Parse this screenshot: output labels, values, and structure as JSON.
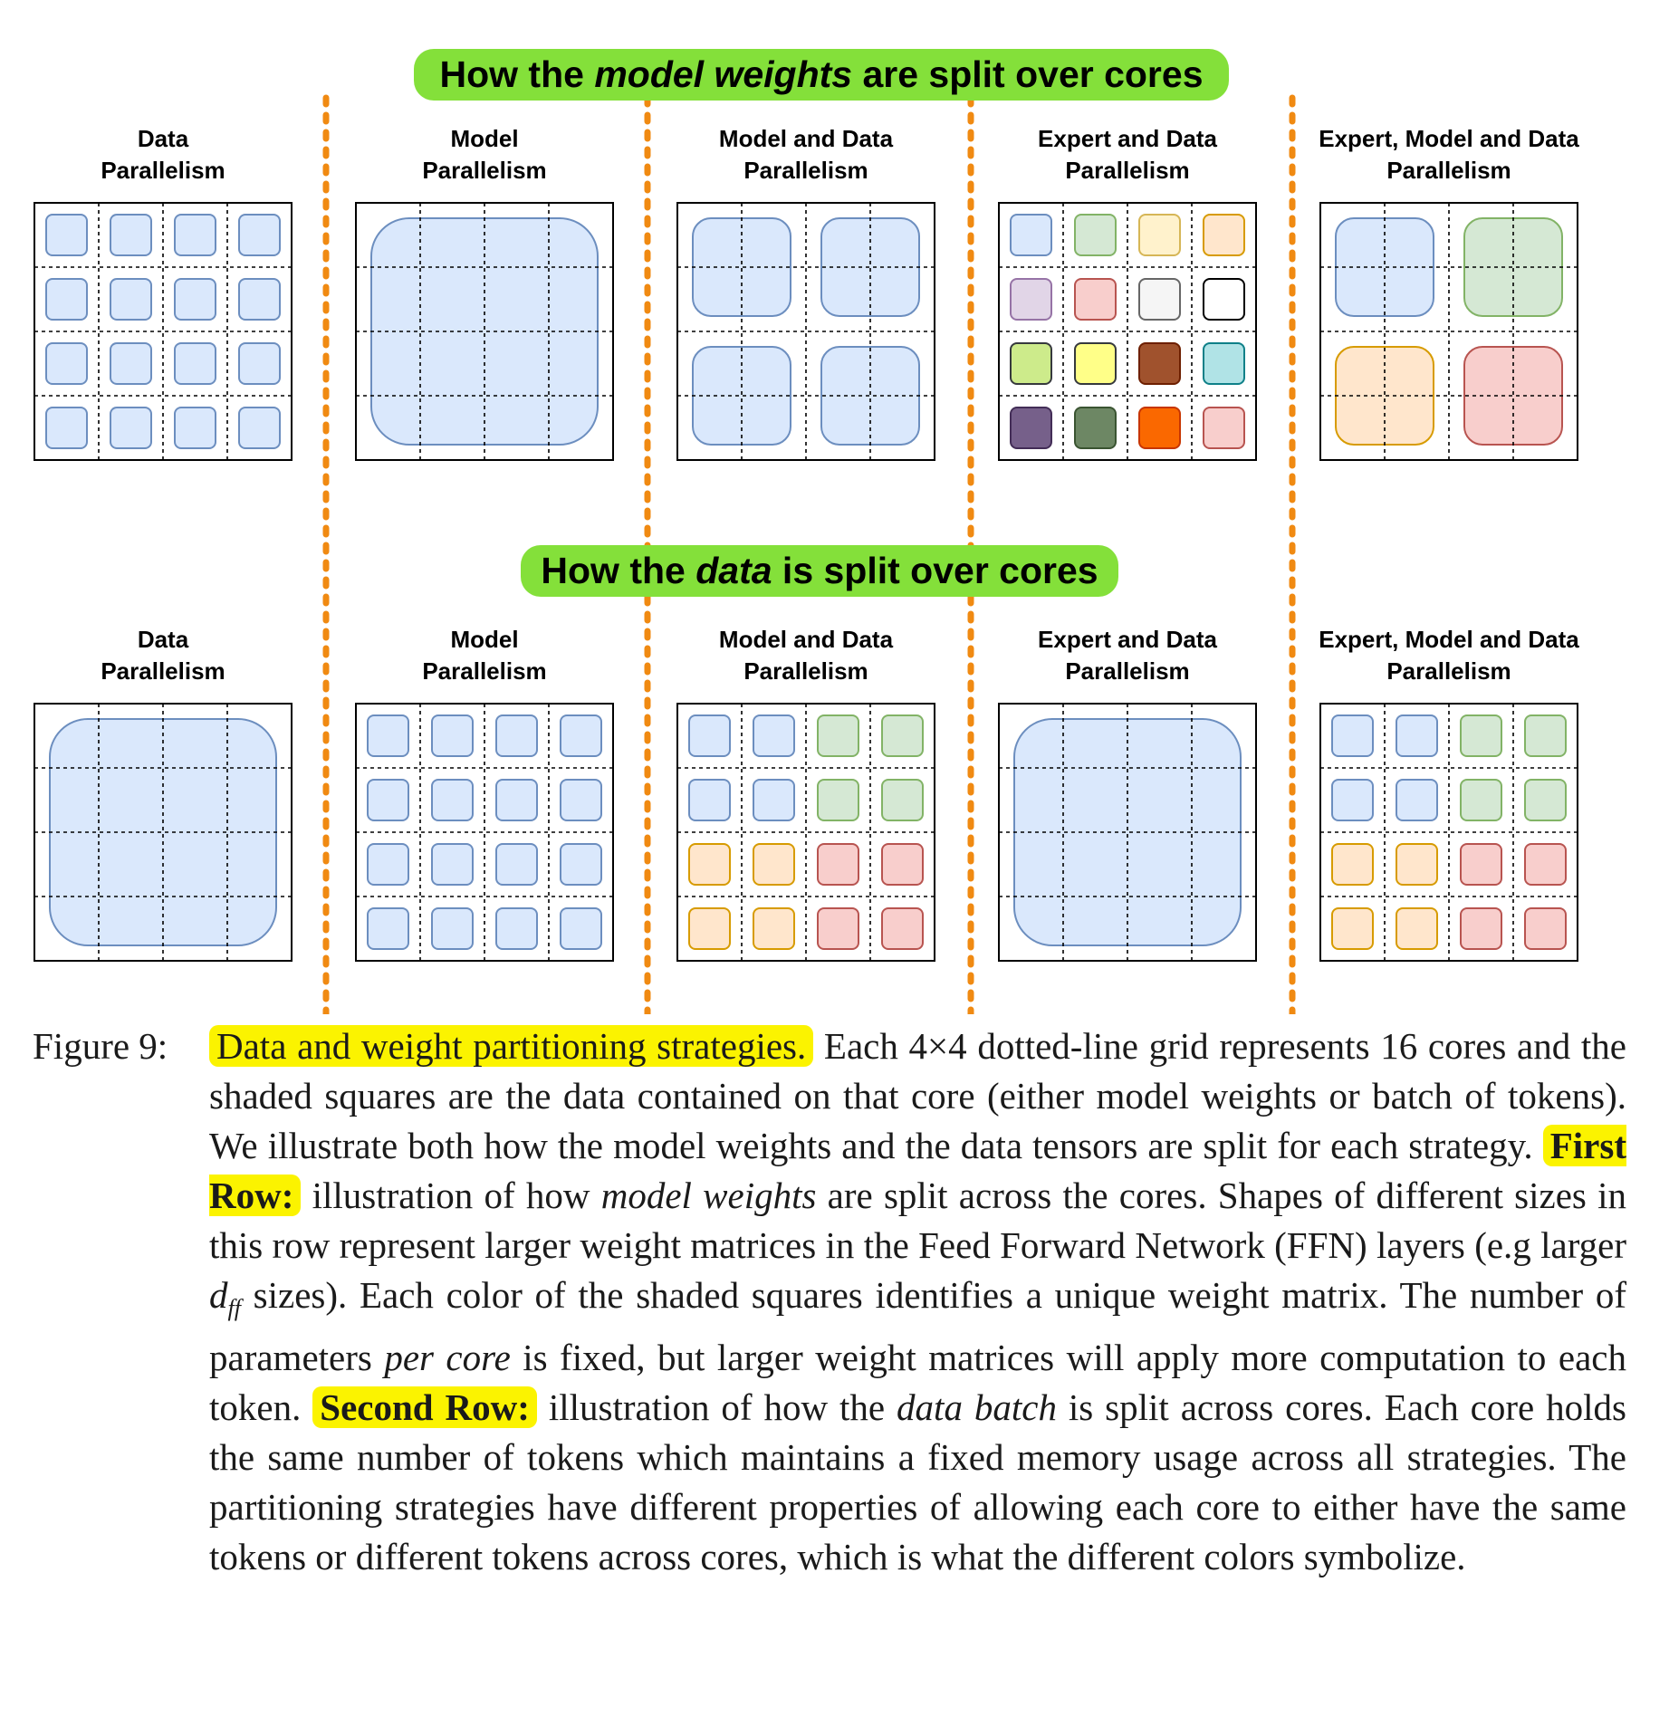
{
  "banners": {
    "top": {
      "pre": "How the ",
      "em": "model weights",
      "post": " are split over cores"
    },
    "bottom": {
      "pre": "How the ",
      "em": "data",
      "post": " is split over cores"
    }
  },
  "colors": {
    "banner_green": "#84e03a",
    "separator_orange": "#f08a12",
    "highlight_yellow": "#fbf300",
    "palette": {
      "blue": {
        "fill": "#dae8fc",
        "stroke": "#6c8ebf"
      },
      "green": {
        "fill": "#d5e8d4",
        "stroke": "#82b366"
      },
      "orange": {
        "fill": "#ffe6cc",
        "stroke": "#d79b00"
      },
      "red": {
        "fill": "#f8cecc",
        "stroke": "#b85450"
      },
      "ltyellow": {
        "fill": "#fff2cc",
        "stroke": "#d6b656"
      },
      "purple": {
        "fill": "#e1d5e7",
        "stroke": "#9673a6"
      },
      "gray": {
        "fill": "#f5f5f5",
        "stroke": "#666666"
      },
      "white": {
        "fill": "#ffffff",
        "stroke": "#000000"
      },
      "lime": {
        "fill": "#cdeb8b",
        "stroke": "#36393d"
      },
      "yellow": {
        "fill": "#ffff88",
        "stroke": "#36393d"
      },
      "brown": {
        "fill": "#a0522d",
        "stroke": "#6d1f00"
      },
      "teal": {
        "fill": "#b0e3e6",
        "stroke": "#0e8088"
      },
      "dkpurple": {
        "fill": "#76608a",
        "stroke": "#432d57"
      },
      "dkgreen": {
        "fill": "#6d8764",
        "stroke": "#3a5431"
      },
      "brightorange": {
        "fill": "#fa6800",
        "stroke": "#c73500"
      }
    }
  },
  "top_row": [
    {
      "title": [
        "Data",
        "Parallelism"
      ],
      "unit": 1,
      "colors": [
        "blue",
        "blue",
        "blue",
        "blue",
        "blue",
        "blue",
        "blue",
        "blue",
        "blue",
        "blue",
        "blue",
        "blue",
        "blue",
        "blue",
        "blue",
        "blue"
      ]
    },
    {
      "title": [
        "Model",
        "Parallelism"
      ],
      "unit": 4,
      "colors": [
        "blue"
      ]
    },
    {
      "title": [
        "Model and Data",
        "Parallelism"
      ],
      "unit": 2,
      "colors": [
        "blue",
        "blue",
        "blue",
        "blue"
      ]
    },
    {
      "title": [
        "Expert and Data",
        "Parallelism"
      ],
      "unit": 1,
      "colors": [
        "blue",
        "green",
        "ltyellow",
        "orange",
        "purple",
        "red",
        "gray",
        "white",
        "lime",
        "yellow",
        "brown",
        "teal",
        "dkpurple",
        "dkgreen",
        "brightorange",
        "red"
      ]
    },
    {
      "title": [
        "Expert, Model and Data",
        "Parallelism"
      ],
      "unit": 2,
      "colors": [
        "blue",
        "green",
        "orange",
        "red"
      ]
    }
  ],
  "bottom_row": [
    {
      "title": [
        "Data",
        "Parallelism"
      ],
      "unit": 4,
      "colors": [
        "blue"
      ]
    },
    {
      "title": [
        "Model",
        "Parallelism"
      ],
      "unit": 1,
      "colors": [
        "blue",
        "blue",
        "blue",
        "blue",
        "blue",
        "blue",
        "blue",
        "blue",
        "blue",
        "blue",
        "blue",
        "blue",
        "blue",
        "blue",
        "blue",
        "blue"
      ]
    },
    {
      "title": [
        "Model and Data",
        "Parallelism"
      ],
      "unit": 1,
      "colors": [
        "blue",
        "blue",
        "green",
        "green",
        "blue",
        "blue",
        "green",
        "green",
        "orange",
        "orange",
        "red",
        "red",
        "orange",
        "orange",
        "red",
        "red"
      ]
    },
    {
      "title": [
        "Expert and Data",
        "Parallelism"
      ],
      "unit": 4,
      "colors": [
        "blue"
      ]
    },
    {
      "title": [
        "Expert, Model and Data",
        "Parallelism"
      ],
      "unit": 1,
      "colors": [
        "blue",
        "blue",
        "green",
        "green",
        "blue",
        "blue",
        "green",
        "green",
        "orange",
        "orange",
        "red",
        "red",
        "orange",
        "orange",
        "red",
        "red"
      ]
    }
  ],
  "caption": {
    "label": "Figure 9:",
    "highlight": "Data and weight partitioning strategies.",
    "s1": " Each 4×4 dotted-line grid represents 16 cores and the shaded squares are the data contained on that core (either model weights or batch of tokens). We illustrate both how the model weights and the data tensors are split for each strategy. ",
    "first_row": "First Row:",
    "s2": " illustration of how ",
    "model_weights": "model weights",
    "s3": " are split across the cores. Shapes of different sizes in this row represent larger weight matrices in the Feed Forward Network (FFN) layers (e.g larger ",
    "dff_d": "d",
    "dff_sub": "ff",
    "s4": " sizes). Each color of the shaded squares identifies a unique weight matrix. The number of parameters ",
    "per_core": "per core",
    "s5": " is fixed, but larger weight matrices will apply more computation to each token. ",
    "second_row": "Second Row:",
    "s6": " illustration of how the ",
    "data_batch": "data batch",
    "s7": " is split across cores. Each core holds the same number of tokens which maintains a fixed memory usage across all strategies. The partitioning strategies have different properties of allowing each core to either have the same tokens or different tokens across cores, which is what the different colors symbolize."
  }
}
